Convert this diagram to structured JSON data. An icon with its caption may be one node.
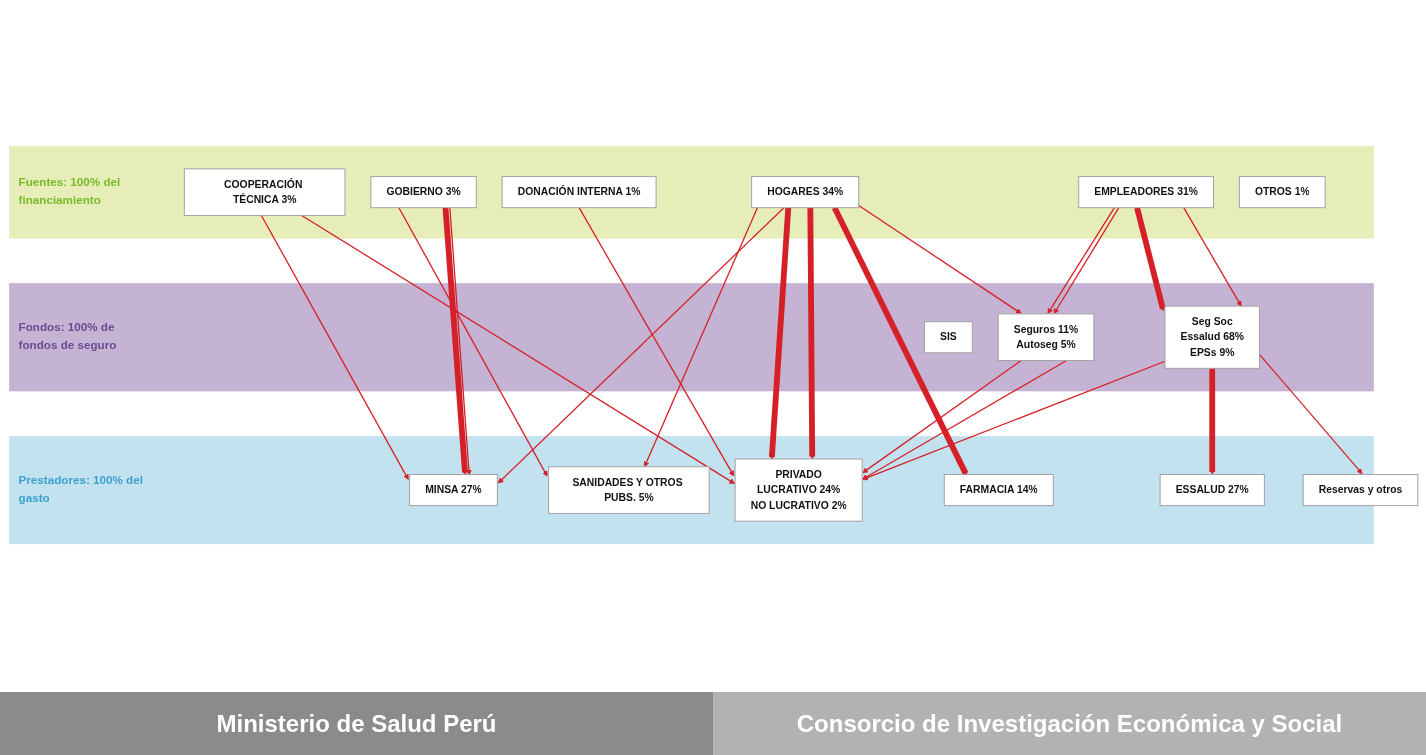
{
  "diagram": {
    "nodes": [
      {
        "text": [
          "Fuentes: 100% del financiamiento"
        ]
      },
      {
        "text": [
          "COOPERACIÓN TÉCNICA 3%"
        ],
        "in": 0
      },
      {
        "text": [
          "GOBIERNO 3%"
        ],
        "in": 0
      },
      {
        "text": [
          "DONACIÓN INTERNA 1%"
        ],
        "in": 0
      },
      {
        "text": [
          "HOGARES 34%"
        ],
        "in": 0
      },
      {
        "text": [
          "EMPLEADORES 31%"
        ],
        "in": 0
      },
      {
        "text": [
          "OTROS 1%"
        ],
        "in": 0
      },
      {
        "text": [
          "Fondos: 100% de fondos de seguro"
        ]
      },
      {
        "text": [
          "SIS"
        ],
        "in": 7
      },
      {
        "text": [
          "Seguros 11%",
          "Autoseg 5%"
        ],
        "in": 7
      },
      {
        "text": [
          "Seg Soc",
          "Essalud 68%",
          "EPSs 9%"
        ],
        "in": 7
      },
      {
        "text": [
          "Reservas y otros"
        ]
      },
      {
        "text": [
          "Prestadores: 100% del gasto"
        ]
      },
      {
        "text": [
          "SANIDADES Y OTROS PUBS. 5%"
        ],
        "in": 12
      },
      {
        "text": [
          "MINSA 27%"
        ],
        "in": 12
      },
      {
        "text": [
          "PRIVADO",
          "LUCRATIVO 24%",
          "NO LUCRATIVO 2%"
        ],
        "in": 12
      },
      {
        "text": [
          "FARMACIA 14%"
        ],
        "in": 12
      },
      {
        "text": [
          "ESSALUD 27%"
        ],
        "in": 12
      }
    ],
    "edges": [
      {
        "from": 1,
        "to": 14,
        "arrow": "to"
      },
      {
        "from": 1,
        "to": 15,
        "arrow": "to"
      },
      {
        "from": 2,
        "to": 13,
        "arrow": "to"
      },
      {
        "from": 2,
        "to": 14,
        "arrow": "to",
        "style": "thick"
      },
      {
        "from": 2,
        "to": 14,
        "arrow": "to"
      },
      {
        "from": 3,
        "to": 15,
        "arrow": "to"
      },
      {
        "from": 4,
        "to": 13,
        "arrow": "to"
      },
      {
        "from": 4,
        "to": 14,
        "arrow": "to"
      },
      {
        "from": 4,
        "to": 15,
        "arrow": "to",
        "style": "thick"
      },
      {
        "from": 4,
        "to": 15,
        "arrow": "to",
        "style": "thick"
      },
      {
        "from": 4,
        "to": 16,
        "arrow": "to",
        "style": "thick"
      },
      {
        "from": 4,
        "to": 9,
        "arrow": "to"
      },
      {
        "from": 5,
        "to": 9,
        "arrow": "to"
      },
      {
        "from": 5,
        "to": 9,
        "arrow": "to"
      },
      {
        "from": 5,
        "to": 10,
        "arrow": "to",
        "style": "thick"
      },
      {
        "from": 5,
        "to": 10,
        "arrow": "to"
      },
      {
        "from": 9,
        "to": 15,
        "arrow": "to"
      },
      {
        "from": 9,
        "to": 15,
        "arrow": "to"
      },
      {
        "from": 10,
        "to": 15,
        "arrow": "to"
      },
      {
        "from": 10,
        "to": 17,
        "arrow": "to",
        "style": "thick"
      },
      {
        "from": 10,
        "to": 11,
        "arrow": "to"
      }
    ],
    "labels": [
      "Ministerio de Salud Perú",
      "Consorcio de Investigación Económica y Social"
    ]
  }
}
